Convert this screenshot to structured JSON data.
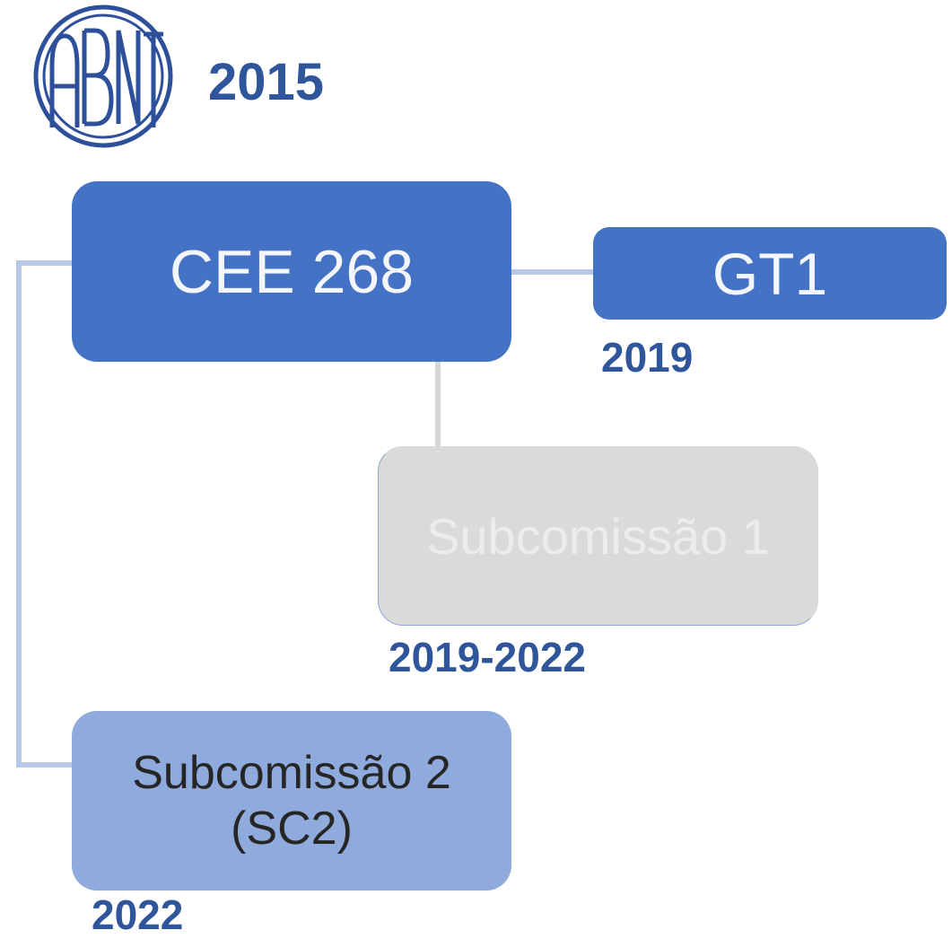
{
  "logo": {
    "text": "ABNT",
    "color": "#2e4f99"
  },
  "header": {
    "year": "2015"
  },
  "nodes": {
    "cee": {
      "label": "CEE 268",
      "color": "#4472c4"
    },
    "gt1": {
      "label": "GT1",
      "color": "#4472c4",
      "year": "2019"
    },
    "sc1": {
      "label": "Subcomissão 1",
      "color": "#dadada",
      "year": "2019-2022"
    },
    "sc2": {
      "label": "Subcomissão 2\n(SC2)",
      "color": "#8faadc",
      "year": "2022"
    }
  },
  "colors": {
    "year_text": "#2f559a",
    "connector": "#b7c7e6",
    "connector_inactive": "#d6d6d6"
  }
}
